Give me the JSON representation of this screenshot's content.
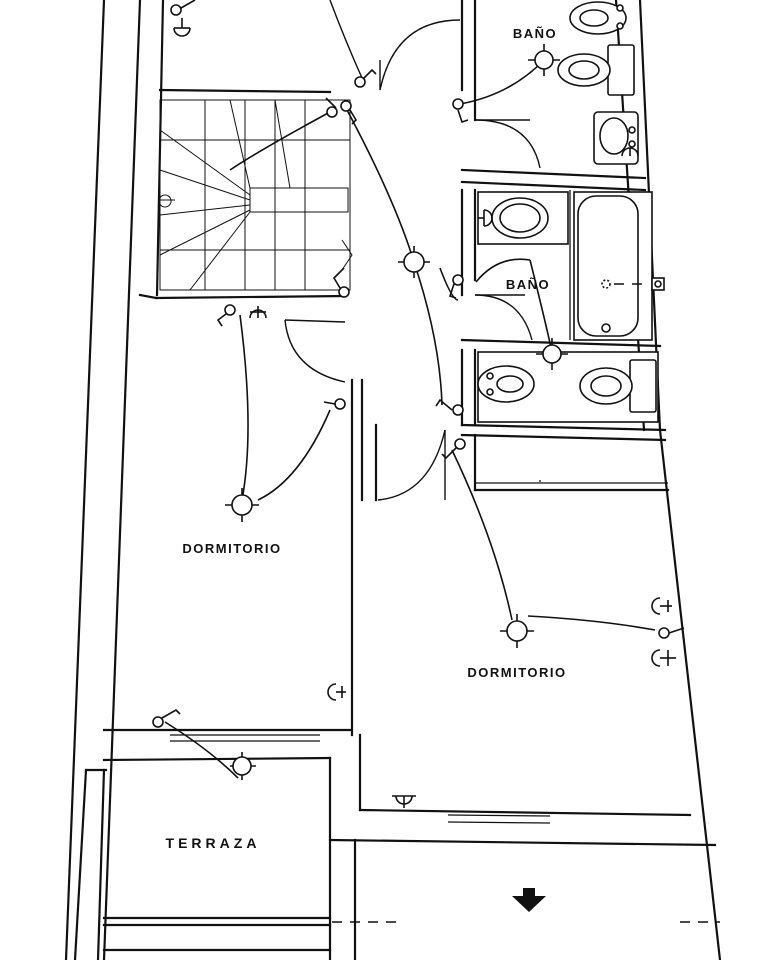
{
  "plan": {
    "rooms": {
      "bath_top": "BAÑO",
      "bath_mid": "BAÑO",
      "bedroom_left": "DORMITORIO",
      "bedroom_right": "DORMITORIO",
      "terrace": "TERRAZA"
    },
    "symbols": {
      "ceiling_light": "ceiling-light-icon",
      "switch": "switch-icon",
      "outlet": "outlet-icon",
      "arrow": "arrow-down-icon"
    }
  }
}
